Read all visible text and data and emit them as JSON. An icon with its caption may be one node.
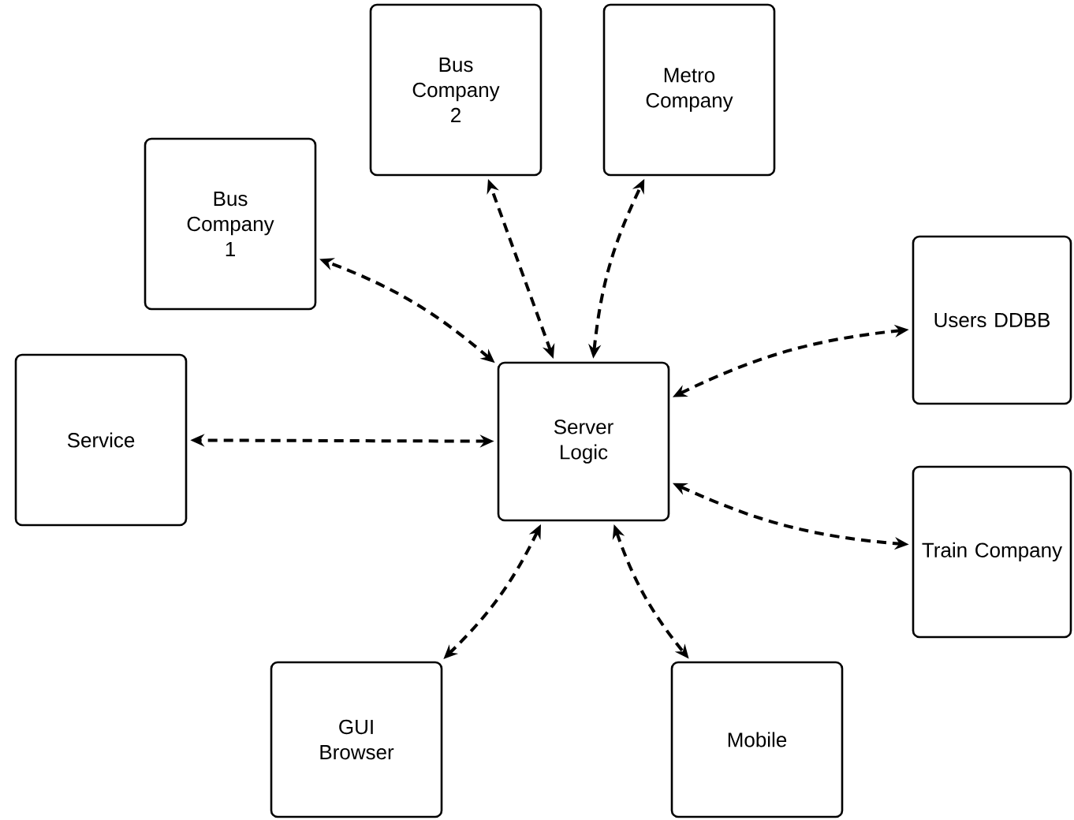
{
  "diagram": {
    "nodes": [
      {
        "text": [
          "Bus Company 2"
        ]
      },
      {
        "text": [
          "Metro Company"
        ]
      },
      {
        "text": [
          "Bus Company 1"
        ]
      },
      {
        "text": [
          "Users DDBB"
        ]
      },
      {
        "text": [
          "Service"
        ]
      },
      {
        "text": [
          "Server Logic"
        ]
      },
      {
        "text": [
          "Train Company"
        ]
      },
      {
        "text": [
          "GUI Browser"
        ]
      },
      {
        "text": [
          "Mobile"
        ]
      }
    ],
    "edges": [
      {
        "from": 5,
        "to": 0,
        "arrow": "both",
        "style": "dashed"
      },
      {
        "from": 5,
        "to": 1,
        "arrow": "both",
        "style": "dashed"
      },
      {
        "from": 5,
        "to": 2,
        "arrow": "both",
        "style": "dashed"
      },
      {
        "from": 5,
        "to": 3,
        "arrow": "both",
        "style": "dashed"
      },
      {
        "from": 5,
        "to": 4,
        "arrow": "both",
        "style": "dashed"
      },
      {
        "from": 5,
        "to": 6,
        "arrow": "both",
        "style": "dashed"
      },
      {
        "from": 5,
        "to": 7,
        "arrow": "both",
        "style": "dashed"
      },
      {
        "from": 5,
        "to": 8,
        "arrow": "both",
        "style": "dashed"
      }
    ]
  }
}
